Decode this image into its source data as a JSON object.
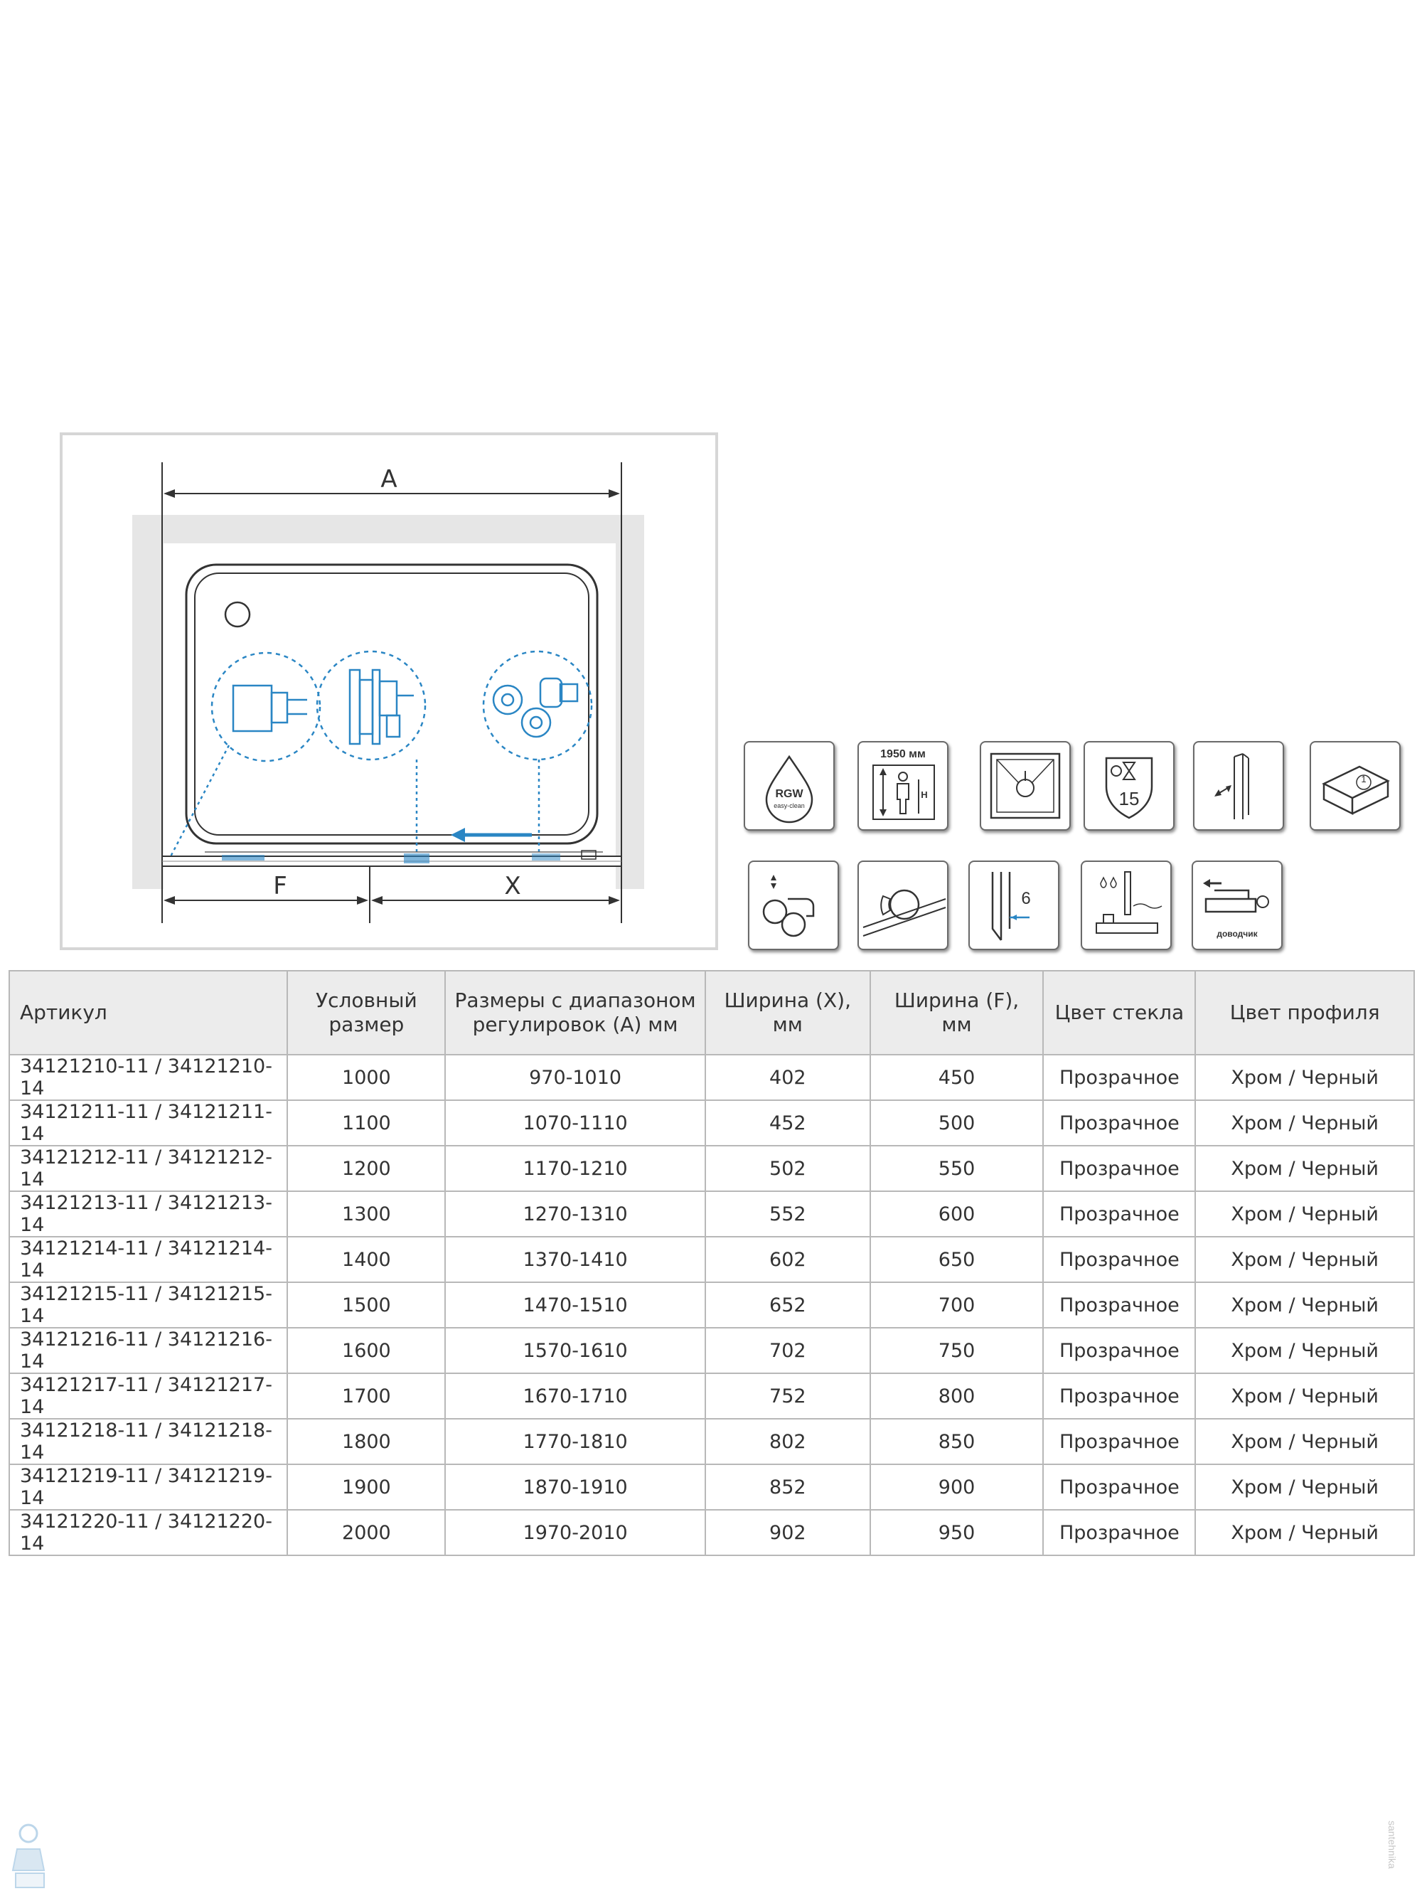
{
  "diagram": {
    "labels": {
      "a": "A",
      "f": "F",
      "x": "X"
    }
  },
  "icons": [
    {
      "name": "rgw-easy-clean-icon",
      "text": "RGW",
      "subtext": "easy-clean"
    },
    {
      "name": "height-1950-icon",
      "text": "1950 мм",
      "subtext": "H"
    },
    {
      "name": "glass-panel-icon"
    },
    {
      "name": "warranty-15-icon",
      "text": "15"
    },
    {
      "name": "profile-adjust-icon"
    },
    {
      "name": "package-count-icon",
      "text": "1"
    },
    {
      "name": "roller-adjust-icon"
    },
    {
      "name": "knob-handle-icon"
    },
    {
      "name": "glass-thickness-icon",
      "text": "6"
    },
    {
      "name": "water-seal-icon"
    },
    {
      "name": "soft-close-icon",
      "text": "доводчик"
    }
  ],
  "table": {
    "headers": {
      "article": "Артикул",
      "size_l1": "Условный",
      "size_l2": "размер",
      "range_l1": "Размеры с диапазоном",
      "range_l2": "регулировок (А) мм",
      "x_l1": "Ширина (X),",
      "x_l2": "мм",
      "f_l1": "Ширина (F),",
      "f_l2": "мм",
      "glass": "Цвет стекла",
      "profile": "Цвет профиля"
    },
    "rows": [
      [
        "34121210-11 / 34121210-14",
        "1000",
        "970-1010",
        "402",
        "450",
        "Прозрачное",
        "Хром / Черный"
      ],
      [
        "34121211-11 / 34121211-14",
        "1100",
        "1070-1110",
        "452",
        "500",
        "Прозрачное",
        "Хром / Черный"
      ],
      [
        "34121212-11 / 34121212-14",
        "1200",
        "1170-1210",
        "502",
        "550",
        "Прозрачное",
        "Хром / Черный"
      ],
      [
        "34121213-11 / 34121213-14",
        "1300",
        "1270-1310",
        "552",
        "600",
        "Прозрачное",
        "Хром / Черный"
      ],
      [
        "34121214-11 / 34121214-14",
        "1400",
        "1370-1410",
        "602",
        "650",
        "Прозрачное",
        "Хром / Черный"
      ],
      [
        "34121215-11 / 34121215-14",
        "1500",
        "1470-1510",
        "652",
        "700",
        "Прозрачное",
        "Хром / Черный"
      ],
      [
        "34121216-11 / 34121216-14",
        "1600",
        "1570-1610",
        "702",
        "750",
        "Прозрачное",
        "Хром / Черный"
      ],
      [
        "34121217-11 / 34121217-14",
        "1700",
        "1670-1710",
        "752",
        "800",
        "Прозрачное",
        "Хром / Черный"
      ],
      [
        "34121218-11 / 34121218-14",
        "1800",
        "1770-1810",
        "802",
        "850",
        "Прозрачное",
        "Хром / Черный"
      ],
      [
        "34121219-11 / 34121219-14",
        "1900",
        "1870-1910",
        "852",
        "900",
        "Прозрачное",
        "Хром / Черный"
      ],
      [
        "34121220-11 / 34121220-14",
        "2000",
        "1970-2010",
        "902",
        "950",
        "Прозрачное",
        "Хром / Черный"
      ]
    ]
  },
  "colors": {
    "accent_blue": "#2a86c4",
    "line": "#333333",
    "wall_gray": "#e6e6e6"
  },
  "side_text": "santehnika"
}
